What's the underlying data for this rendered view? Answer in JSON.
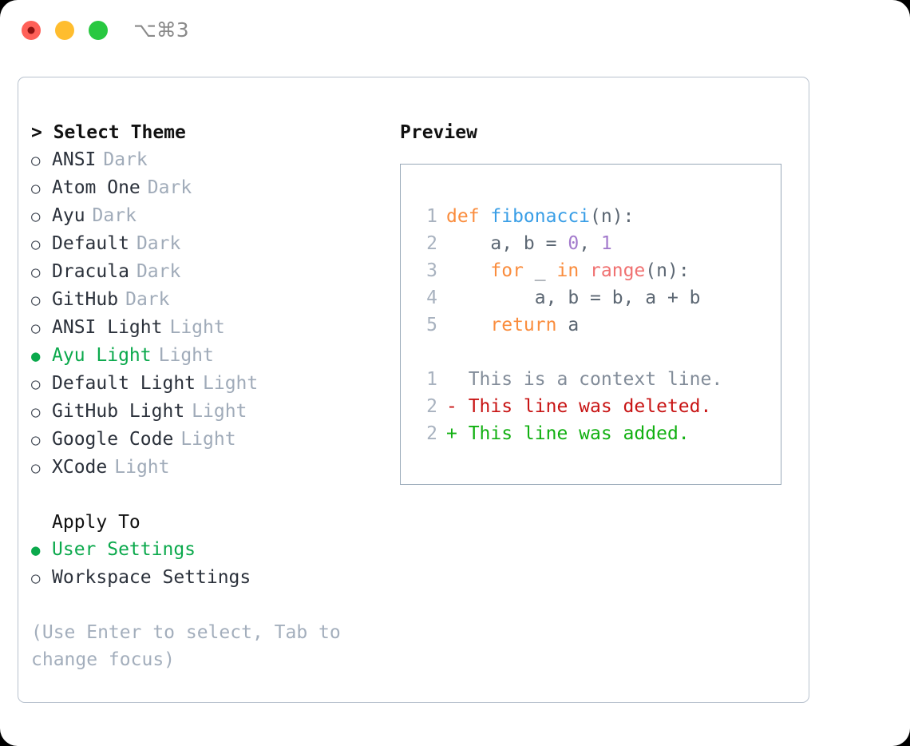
{
  "window": {
    "shortcut": "⌥⌘3",
    "traffic_lights": [
      {
        "name": "close",
        "color": "#ff6058"
      },
      {
        "name": "minimize",
        "color": "#ffbd2e"
      },
      {
        "name": "maximize",
        "color": "#28c840"
      }
    ]
  },
  "theme_picker": {
    "header": "> Select Theme",
    "items": [
      {
        "bullet": "○",
        "label": "ANSI",
        "badge": "Dark",
        "selected": false
      },
      {
        "bullet": "○",
        "label": "Atom One",
        "badge": "Dark",
        "selected": false
      },
      {
        "bullet": "○",
        "label": "Ayu",
        "badge": "Dark",
        "selected": false
      },
      {
        "bullet": "○",
        "label": "Default",
        "badge": "Dark",
        "selected": false
      },
      {
        "bullet": "○",
        "label": "Dracula",
        "badge": "Dark",
        "selected": false
      },
      {
        "bullet": "○",
        "label": "GitHub",
        "badge": "Dark",
        "selected": false
      },
      {
        "bullet": "○",
        "label": "ANSI Light",
        "badge": "Light",
        "selected": false
      },
      {
        "bullet": "●",
        "label": "Ayu Light",
        "badge": "Light",
        "selected": true
      },
      {
        "bullet": "○",
        "label": "Default Light",
        "badge": "Light",
        "selected": false
      },
      {
        "bullet": "○",
        "label": "GitHub Light",
        "badge": "Light",
        "selected": false
      },
      {
        "bullet": "○",
        "label": "Google Code",
        "badge": "Light",
        "selected": false
      },
      {
        "bullet": "○",
        "label": "XCode",
        "badge": "Light",
        "selected": false
      }
    ]
  },
  "apply_to": {
    "header": "Apply To",
    "items": [
      {
        "bullet": "●",
        "label": "User Settings",
        "selected": true
      },
      {
        "bullet": "○",
        "label": "Workspace Settings",
        "selected": false
      }
    ]
  },
  "hint": "(Use Enter to select, Tab to change focus)",
  "preview": {
    "title": "Preview",
    "code_lines": [
      {
        "lineno": "1",
        "tokens": [
          {
            "text": "def ",
            "cls": "tok-kw"
          },
          {
            "text": "fibonacci",
            "cls": "tok-fn"
          },
          {
            "text": "(n):",
            "cls": "tok-pun"
          }
        ]
      },
      {
        "lineno": "2",
        "tokens": [
          {
            "text": "    a, b = ",
            "cls": "tok-var"
          },
          {
            "text": "0",
            "cls": "tok-num"
          },
          {
            "text": ", ",
            "cls": "tok-pun"
          },
          {
            "text": "1",
            "cls": "tok-num"
          }
        ]
      },
      {
        "lineno": "3",
        "tokens": [
          {
            "text": "    ",
            "cls": "tok-var"
          },
          {
            "text": "for",
            "cls": "tok-kw"
          },
          {
            "text": " _ ",
            "cls": "tok-var"
          },
          {
            "text": "in",
            "cls": "tok-kw"
          },
          {
            "text": " ",
            "cls": "tok-var"
          },
          {
            "text": "range",
            "cls": "tok-call"
          },
          {
            "text": "(n):",
            "cls": "tok-pun"
          }
        ]
      },
      {
        "lineno": "4",
        "tokens": [
          {
            "text": "        a, b = b, a + b",
            "cls": "tok-var"
          }
        ]
      },
      {
        "lineno": "5",
        "tokens": [
          {
            "text": "    ",
            "cls": "tok-var"
          },
          {
            "text": "return",
            "cls": "tok-kw"
          },
          {
            "text": " a",
            "cls": "tok-var"
          }
        ]
      }
    ],
    "diff_lines": [
      {
        "lineno": "1",
        "text": "  This is a context line.",
        "cls": "diff-ctx"
      },
      {
        "lineno": "2",
        "text": "- This line was deleted.",
        "cls": "diff-del"
      },
      {
        "lineno": "2",
        "text": "+ This line was added.",
        "cls": "diff-add"
      }
    ]
  },
  "colors": {
    "accent_green": "#0ba94c",
    "keyword_orange": "#fa8d3e",
    "function_blue": "#399ee6",
    "number_purple": "#a37acc",
    "call_salmon": "#f07171",
    "diff_delete": "#c81414",
    "diff_add": "#11b011",
    "muted": "#a0abb9",
    "border": "#b8c2ce"
  }
}
